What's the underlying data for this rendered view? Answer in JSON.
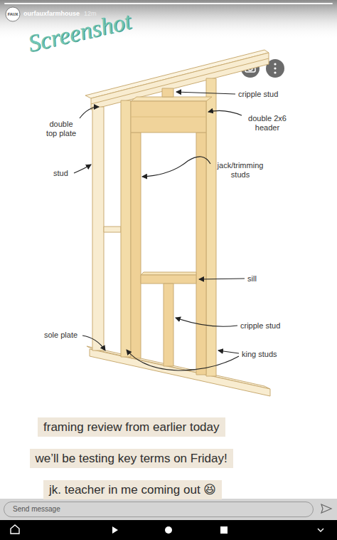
{
  "diagram": {
    "nodes": [
      {
        "text": [
          "framing review from earlier today"
        ]
      },
      {
        "text": [
          "we’ll be testing key terms on Friday!"
        ]
      },
      {
        "text": [
          "jk. teacher in me coming out 😆"
        ]
      },
      {
        "text": [
          "Send message"
        ]
      }
    ],
    "labels": [
      "FAUX",
      "ourfauxfarmhouse",
      "12m",
      "Screenshot",
      "cripple stud",
      "double 2x6 header",
      "double top plate",
      "stud",
      "jack/trimming studs",
      "sill",
      "cripple stud",
      "sole plate",
      "king studs"
    ]
  }
}
